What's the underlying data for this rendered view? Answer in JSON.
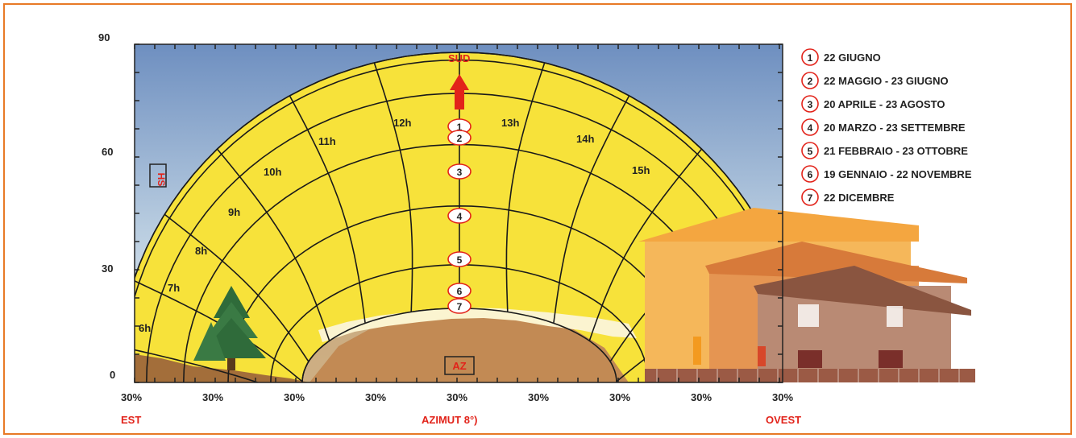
{
  "y_axis": {
    "ticks": [
      "90",
      "60",
      "30",
      "0"
    ]
  },
  "x_axis": {
    "ticks": [
      "30%",
      "30%",
      "30%",
      "30%",
      "30%",
      "30%",
      "30%",
      "30%",
      "30%"
    ],
    "left_label": "EST",
    "center_label": "AZIMUT 8°)",
    "right_label": "OVEST"
  },
  "markers": {
    "north_arrow_label": "SUD",
    "hs_box": "HS",
    "az_box": "AZ"
  },
  "hour_labels": [
    "6h",
    "7h",
    "8h",
    "9h",
    "10h",
    "11h",
    "12h",
    "13h",
    "14h",
    "15h"
  ],
  "curve_numbers": [
    "1",
    "2",
    "3",
    "4",
    "5",
    "6",
    "7"
  ],
  "legend": [
    {
      "num": "1",
      "text": "22 GIUGNO"
    },
    {
      "num": "2",
      "text": "22 MAGGIO - 23 GIUGNO"
    },
    {
      "num": "3",
      "text": "20 APRILE - 23 AGOSTO"
    },
    {
      "num": "4",
      "text": "20 MARZO - 23 SETTEMBRE"
    },
    {
      "num": "5",
      "text": "21 FEBBRAIO - 23 OTTOBRE"
    },
    {
      "num": "6",
      "text": "19 GENNAIO - 22 NOVEMBRE"
    },
    {
      "num": "7",
      "text": "22 DICEMBRE"
    }
  ],
  "colors": {
    "frame": "#e87a26",
    "sky_top": "#6e8fc0",
    "sky_bottom": "#e8f0f6",
    "sun_band": "#f7e23a",
    "accent_red": "#e2231a",
    "hill": "#c28a54"
  }
}
